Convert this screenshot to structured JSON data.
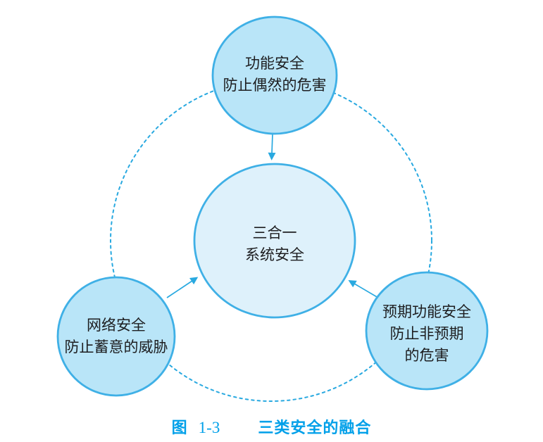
{
  "figure": {
    "caption": {
      "prefix": "图",
      "number": "1-3",
      "title": "三类安全的融合"
    },
    "nodes": {
      "top": {
        "lines": [
          "功能安全",
          "防止偶然的危害"
        ]
      },
      "center": {
        "lines": [
          "三合一",
          "系统安全"
        ]
      },
      "bottom_left": {
        "lines": [
          "网络安全",
          "防止蓄意的威胁"
        ]
      },
      "bottom_right": {
        "lines": [
          "预期功能安全",
          "防止非预期",
          "的危害"
        ]
      }
    },
    "connections": [
      {
        "from": "top",
        "to": "center",
        "type": "solid-arrow"
      },
      {
        "from": "bottom_left",
        "to": "center",
        "type": "solid-arrow"
      },
      {
        "from": "bottom_right",
        "to": "center",
        "type": "solid-arrow"
      },
      {
        "loop": "top, bottom_left, bottom_right",
        "type": "dashed-ring"
      }
    ],
    "colors": {
      "node_border": "#3fb0e6",
      "node_fill_outer": "#b9e5f8",
      "node_fill_center": "#def1fb",
      "connector": "#29a9e0",
      "caption_text": "#00a0e9",
      "label_text": "#1d1d1f",
      "background": "#ffffff"
    }
  }
}
